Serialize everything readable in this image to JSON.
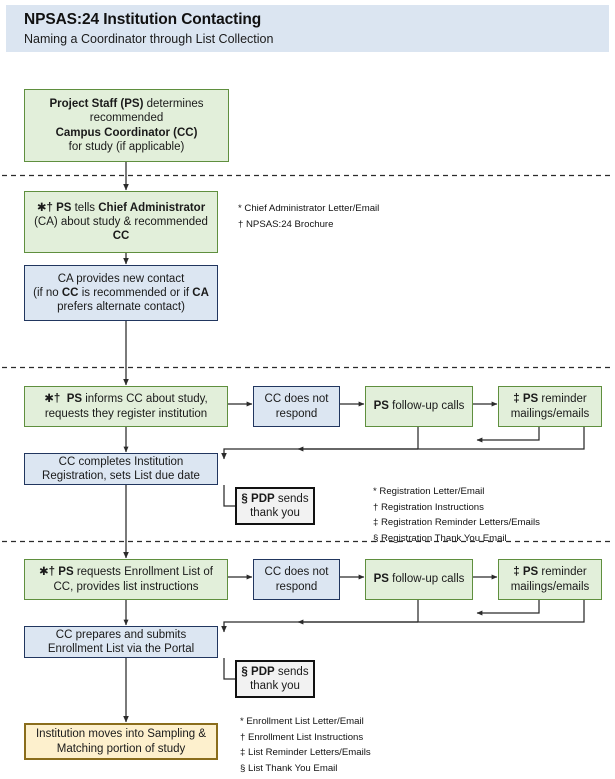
{
  "header": {
    "title": "NPSAS:24 Institution Contacting",
    "subtitle": "Naming a Coordinator through List Collection",
    "band_color": "#dbe5f1"
  },
  "colors": {
    "green_fill": "#e2efda",
    "green_border": "#5f8f3e",
    "blue_fill": "#dce6f2",
    "blue_border": "#21365f",
    "tan_fill": "#fdf0cd",
    "tan_border": "#8a6d1c",
    "grey_fill": "#f2f2f2",
    "grey_border": "#111111",
    "connector": "#333333"
  },
  "symbols": {
    "asterisk": "✱",
    "dagger": "†",
    "double_dagger": "‡",
    "section": "§"
  },
  "nodes": {
    "project_staff": {
      "line1_bold": "Project Staff (PS)",
      "line1_rest": " determines",
      "line2": "recommended",
      "line3_bold": "Campus Coordinator (CC)",
      "line4": "for study (if applicable)"
    },
    "ps_tells_ca": {
      "marks": "✱†",
      "seg1_bold": "PS",
      "seg2": " tells ",
      "seg3_bold": "Chief Administrator",
      "line2": "(CA) about study & recommended",
      "line3": "CC"
    },
    "ca_new_contact": {
      "line1": "CA provides new contact",
      "line2_pre": "(if no ",
      "line2_b1": "CC",
      "line2_mid": " is recommended or if ",
      "line2_b2": "CA",
      "line3": "prefers alternate contact)"
    },
    "ps_informs_cc": {
      "marks": "✱†",
      "bold": "PS",
      "line1_rest": " informs CC about study,",
      "line2": "requests they register institution"
    },
    "cc_no_respond_1": {
      "line1": "CC does not",
      "line2": "respond"
    },
    "ps_followup_1": {
      "bold": "PS",
      "rest": " follow-up calls"
    },
    "ps_reminder_1": {
      "mark": "‡",
      "bold": "PS",
      "rest": " reminder",
      "line2": "mailings/emails"
    },
    "cc_completes_reg": {
      "line1": "CC completes Institution",
      "line2": "Registration, sets List due date"
    },
    "pdp_thanks_1": {
      "mark": "§",
      "bold": "PDP",
      "rest": " sends",
      "line2": "thank you"
    },
    "ps_requests_list": {
      "marks": "✱†",
      "bold": "PS",
      "line1_rest": " requests Enrollment List of",
      "line2": "CC, provides list instructions"
    },
    "cc_no_respond_2": {
      "line1": "CC does not",
      "line2": "respond"
    },
    "ps_followup_2": {
      "bold": "PS",
      "rest": " follow-up calls"
    },
    "ps_reminder_2": {
      "mark": "‡",
      "bold": "PS",
      "rest": " reminder",
      "line2": "mailings/emails"
    },
    "cc_submits_list": {
      "line1": "CC prepares and submits",
      "line2": "Enrollment List via the Portal"
    },
    "pdp_thanks_2": {
      "mark": "§",
      "bold": "PDP",
      "rest": " sends",
      "line2": "thank you"
    },
    "institution_sampling": {
      "line1": "Institution moves into Sampling &",
      "line2": "Matching portion of study"
    }
  },
  "notes": {
    "contacting": [
      "* Chief Administrator Letter/Email",
      "† NPSAS:24 Brochure"
    ],
    "registration": [
      "* Registration Letter/Email",
      "† Registration Instructions",
      "‡ Registration Reminder Letters/Emails",
      "§ Registration Thank You Email"
    ],
    "enrollment_list": [
      "* Enrollment List Letter/Email",
      "† Enrollment List Instructions",
      "‡ List Reminder Letters/Emails",
      "§ List Thank You Email"
    ]
  }
}
